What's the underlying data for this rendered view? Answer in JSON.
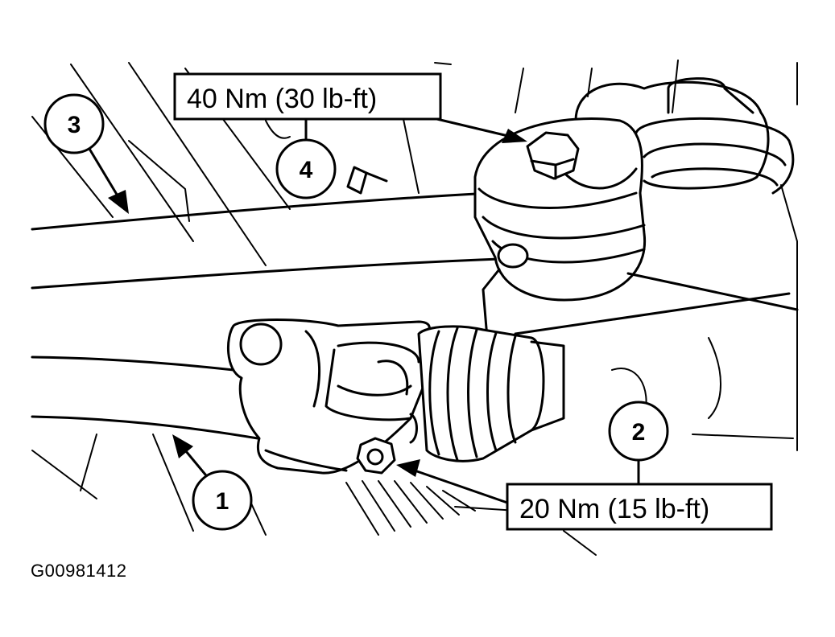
{
  "torque_labels": {
    "top": "40 Nm (30 lb-ft)",
    "bottom": "20 Nm (15 lb-ft)"
  },
  "callouts": [
    "1",
    "2",
    "3",
    "4"
  ],
  "figure_id": "G00981412"
}
